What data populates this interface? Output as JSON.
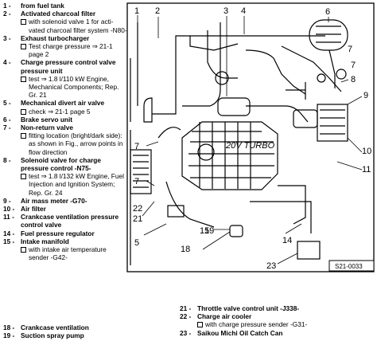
{
  "legend_left": [
    {
      "num": "1 -",
      "title": "from fuel tank",
      "subs": []
    },
    {
      "num": "2 -",
      "title": "Activated charcoal filter",
      "subs": [
        "with solenoid valve 1 for acti-vated charcoal filter system -N80-"
      ]
    },
    {
      "num": "3 -",
      "title": "Exhaust turbocharger",
      "subs": [
        "Test charge pressure ⇒ 21-1 page 2"
      ]
    },
    {
      "num": "4 -",
      "title": "Charge pressure control valve pressure unit",
      "subs": [
        "test ⇒ 1.8 l/110 kW Engine, Mechanical Components; Rep. Gr. 21"
      ]
    },
    {
      "num": "5 -",
      "title": "Mechanical divert air valve",
      "subs": [
        "check ⇒ 21-1 page 5"
      ]
    },
    {
      "num": "6 -",
      "title": "Brake servo unit",
      "subs": []
    },
    {
      "num": "7 -",
      "title": "Non-return valve",
      "subs": [
        "fitting location (bright/dark side): as shown in Fig., arrow points in flow direction"
      ]
    },
    {
      "num": "8 -",
      "title": "Solenoid valve for charge pressure control -N75-",
      "subs": [
        "test ⇒ 1.8 l/132 kW Engine, Fuel Injection and Ignition System; Rep. Gr. 24"
      ]
    },
    {
      "num": "9 -",
      "title": "Air mass meter -G70-",
      "subs": []
    },
    {
      "num": "10 -",
      "title": "Air filter",
      "subs": []
    },
    {
      "num": "11 -",
      "title": "Crankcase ventilation pressure control valve",
      "subs": []
    },
    {
      "num": "14 -",
      "title": "Fuel pressure regulator",
      "subs": []
    },
    {
      "num": "15 -",
      "title": "Intake manifold",
      "subs": [
        "with intake air temperature sender -G42-"
      ]
    }
  ],
  "legend_bottom": [
    {
      "num": "18 -",
      "title": "Crankcase ventilation",
      "subs": []
    },
    {
      "num": "19 -",
      "title": "Suction spray pump",
      "subs": []
    }
  ],
  "legend_right": [
    {
      "num": "21 -",
      "title": "Throttle valve control unit -J338-",
      "subs": []
    },
    {
      "num": "22 -",
      "title": "Charge air cooler",
      "subs": [
        "with charge pressure sender -G31-"
      ]
    },
    {
      "num": "23 -",
      "title": "Saikou Michi Oil Catch Can",
      "subs": []
    }
  ],
  "diagram": {
    "ref_code": "S21-0033",
    "engine_badge": "20V TURBO",
    "callouts": [
      "1",
      "2",
      "3",
      "4",
      "5",
      "6",
      "7",
      "7",
      "7",
      "7",
      "8",
      "9",
      "10",
      "11",
      "14",
      "15",
      "18",
      "19",
      "21",
      "22",
      "23"
    ]
  }
}
